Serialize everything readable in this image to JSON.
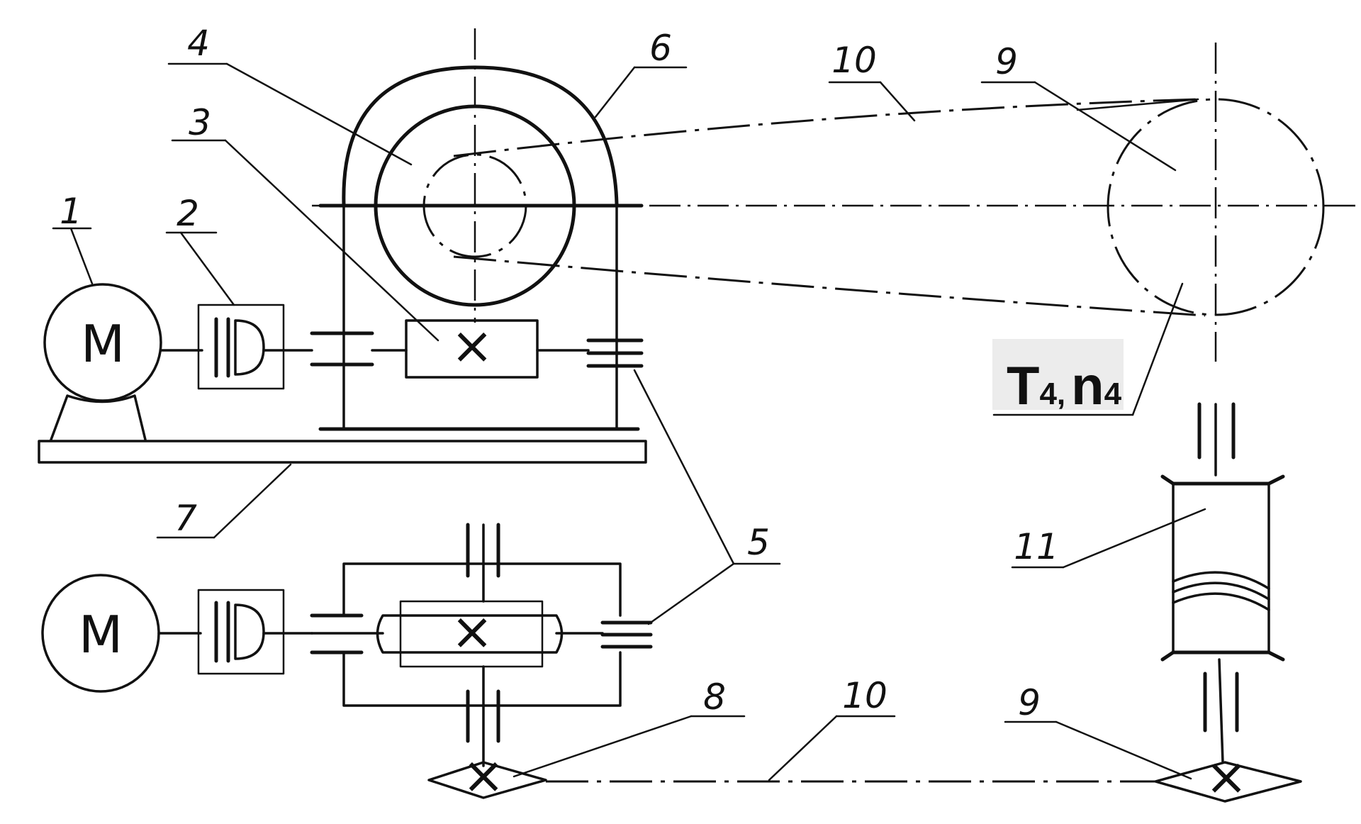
{
  "labels": {
    "l1": "1",
    "l2": "2",
    "l3": "3",
    "l4": "4",
    "l5": "5",
    "l6": "6",
    "l7": "7",
    "l8": "8",
    "l9_top": "9",
    "l9_bottom": "9",
    "l10_top": "10",
    "l10_bottom": "10",
    "l11": "11"
  },
  "motor": {
    "symbol": "M"
  },
  "output": {
    "torque_symbol": "T",
    "torque_sub": "4",
    "separator": ",",
    "speed_symbol": "n",
    "speed_sub": "4"
  },
  "colors": {
    "ink": "#111111",
    "paper": "#ffffff",
    "label_bg": "#ececec"
  }
}
